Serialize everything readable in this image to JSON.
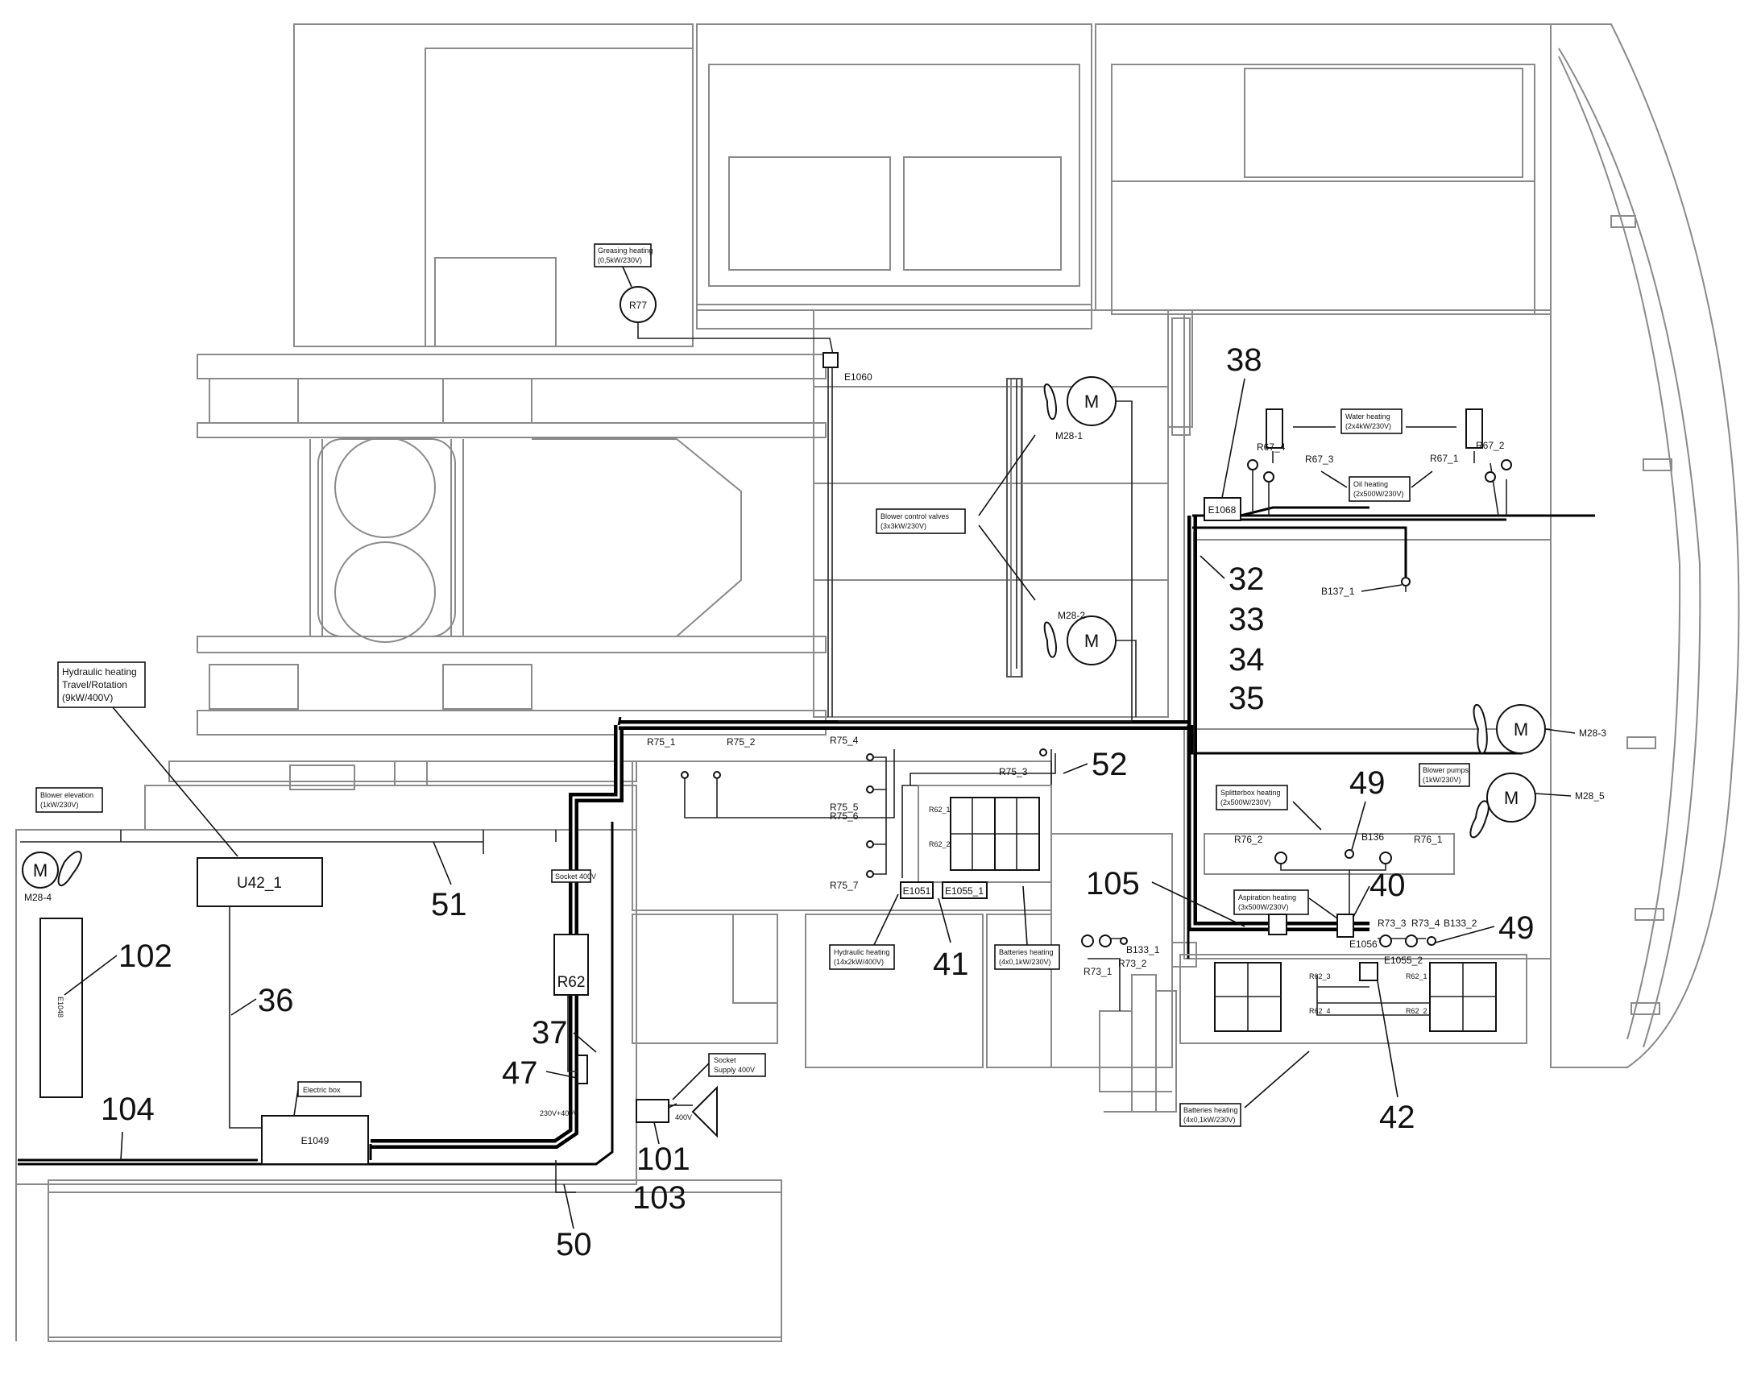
{
  "title": "",
  "callouts": {
    "n38": "38",
    "n32": "32",
    "n33": "33",
    "n34": "34",
    "n35": "35",
    "n52": "52",
    "n49a": "49",
    "n105": "105",
    "n40": "40",
    "n49b": "49",
    "n41": "41",
    "n42": "42",
    "n51": "51",
    "n102": "102",
    "n36": "36",
    "n37": "37",
    "n47": "47",
    "n104": "104",
    "n101": "101",
    "n103": "103",
    "n50": "50"
  },
  "labels": {
    "greasing_heating_1": "Greasing heating",
    "greasing_heating_2": "(0,5kW/230V)",
    "blower_control_1": "Blower control valves",
    "blower_control_2": "(3x3kW/230V)",
    "water_heating_1": "Water heating",
    "water_heating_2": "(2x4kW/230V)",
    "oil_heating_1": "Oil heating",
    "oil_heating_2": "(2x500W/230V)",
    "hydraulic_travel_1": "Hydraulic heating",
    "hydraulic_travel_2": "Travel/Rotation",
    "hydraulic_travel_3": "(9kW/400V)",
    "blower_elevation_1": "Blower elevation",
    "blower_elevation_2": "(1kW/230V)",
    "splitterbox_1": "Splitterbox heating",
    "splitterbox_2": "(2x500W/230V)",
    "blower_pumps_1": "Blower pumps",
    "blower_pumps_2": "(1kW/230V)",
    "aspiration_1": "Aspiration heating",
    "aspiration_2": "(3x500W/230V)",
    "hydraulic_14_1": "Hydraulic heating",
    "hydraulic_14_2": "(14x2kW/400V)",
    "batteries_mid_1": "Batteries heating",
    "batteries_mid_2": "(4x0,1kW/230V)",
    "batteries_right_1": "Batteries heating",
    "batteries_right_2": "(4x0,1kW/230V)",
    "socket_supply_1": "Socket",
    "socket_supply_2": "Supply 400V",
    "electric_box": "Electric box",
    "socket_400v": "Socket 400V",
    "v230_400": "230V+400V",
    "v400": "400V"
  },
  "components": {
    "R77": "R77",
    "E1060": "E1060",
    "M28_1": "M28-1",
    "M28_2": "M28-2",
    "M28_3": "M28-3",
    "M28_4": "M28-4",
    "M28_5": "M28_5",
    "M": "M",
    "E1068": "E1068",
    "R67_4": "R67_4",
    "R67_3": "R67_3",
    "R67_2": "R67_2",
    "R67_1": "R67_1",
    "B137_1": "B137_1",
    "R75_1": "R75_1",
    "R75_2": "R75_2",
    "R75_3": "R75_3",
    "R75_4": "R75_4",
    "R75_5": "R75_5",
    "R75_6": "R75_6",
    "R75_7": "R75_7",
    "E1051": "E1051",
    "E1055_1": "E1055_1",
    "E1055_2": "E1055_2",
    "E1056": "E1056",
    "R76_1": "R76_1",
    "R76_2": "R76_2",
    "B136": "B136",
    "R73_1": "R73_1",
    "R73_2": "R73_2",
    "R73_3": "R73_3",
    "R73_4": "R73_4",
    "B133_1": "B133_1",
    "B133_2": "B133_2",
    "U42_1": "U42_1",
    "R62": "R62",
    "E1049": "E1049",
    "E1048": "E1048",
    "R62_1": "R62_1",
    "R62_2": "R62_2",
    "R62_3": "R62_3",
    "R62_4": "R62_4"
  }
}
